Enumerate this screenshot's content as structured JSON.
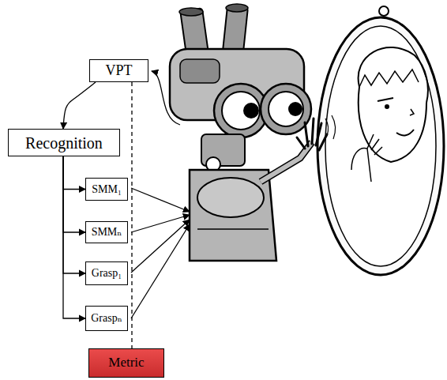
{
  "diagram": {
    "nodes": [
      {
        "text": [
          "VPT"
        ]
      },
      {
        "text": [
          "Recognition"
        ]
      },
      {
        "text": [
          "SMM₁"
        ]
      },
      {
        "text": [
          "SMMₙ"
        ]
      },
      {
        "text": [
          "Grasp₁"
        ]
      },
      {
        "text": [
          "Graspₙ"
        ]
      },
      {
        "text": [
          "Metric"
        ]
      }
    ],
    "edges": [
      {
        "from": 0,
        "to": 1,
        "arrow": "to"
      },
      {
        "from": 0,
        "to": 6,
        "arrow": "none"
      },
      {
        "from": 1,
        "to": 2,
        "arrow": "to"
      },
      {
        "from": 1,
        "to": 3,
        "arrow": "to"
      },
      {
        "from": 1,
        "to": 4,
        "arrow": "to"
      },
      {
        "from": 1,
        "to": 5,
        "arrow": "to"
      }
    ]
  }
}
